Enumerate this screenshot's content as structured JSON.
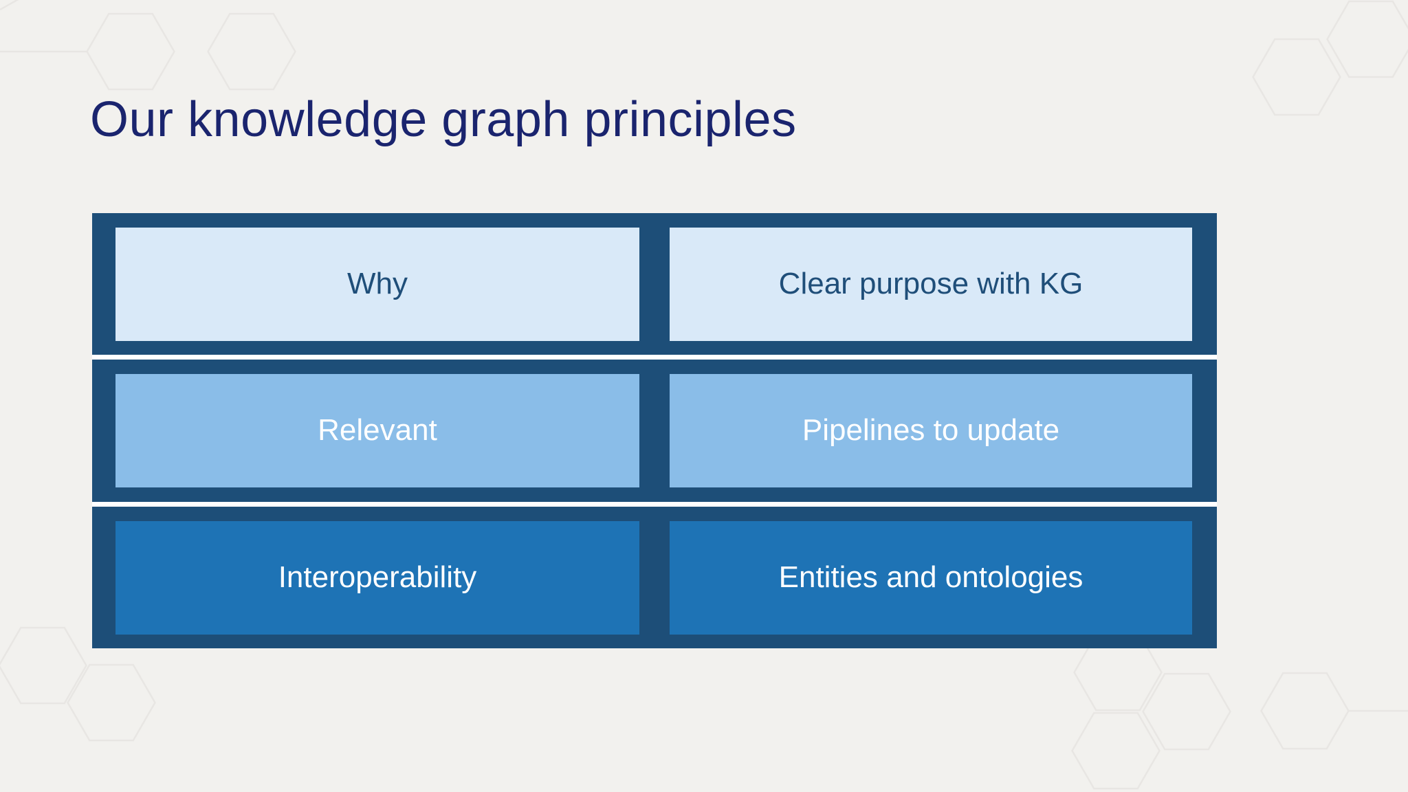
{
  "slide": {
    "title": "Our knowledge graph principles",
    "colors": {
      "background": "#f2f1ee",
      "title_text": "#1a246e",
      "frame": "#1d4e78",
      "separator": "#ffffff",
      "hexagon_stroke": "#e8e6e3"
    },
    "grid": {
      "rows": [
        {
          "bg": "#d9e9f8",
          "text_color": "#1f4e79",
          "cells": [
            {
              "label": "Why"
            },
            {
              "label": "Clear purpose with KG"
            }
          ]
        },
        {
          "bg": "#8abde8",
          "text_color": "#ffffff",
          "cells": [
            {
              "label": "Relevant"
            },
            {
              "label": "Pipelines to update"
            }
          ]
        },
        {
          "bg": "#1e73b5",
          "text_color": "#ffffff",
          "cells": [
            {
              "label": "Interoperability"
            },
            {
              "label": "Entities and ontologies"
            }
          ]
        }
      ]
    }
  }
}
